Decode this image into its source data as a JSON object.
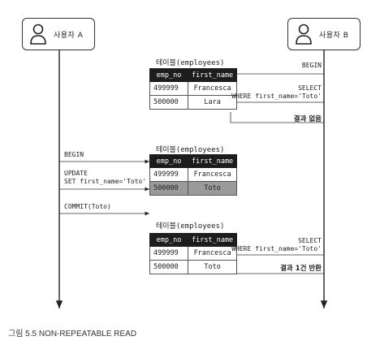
{
  "actor_a": "사용자 A",
  "actor_b": "사용자 B",
  "table_caption": "테이블(employees)",
  "columns": [
    "emp_no",
    "first_name"
  ],
  "table1_rows": [
    [
      "499999",
      "Francesca"
    ],
    [
      "500000",
      "Lara"
    ]
  ],
  "table2_rows": [
    [
      "499999",
      "Francesca"
    ],
    [
      "500000",
      "Toto"
    ]
  ],
  "table3_rows": [
    [
      "499999",
      "Francesca"
    ],
    [
      "500000",
      "Toto"
    ]
  ],
  "b_begin": "BEGIN",
  "b_select_1": "SELECT",
  "b_select_2": "WHERE first_name='Toto'",
  "b_result1": "결과 없음",
  "a_begin": "BEGIN",
  "a_update_1": "UPDATE",
  "a_update_2": "SET first_name='Toto'",
  "a_commit": "COMMIT(Toto)",
  "b_select2_1": "SELECT",
  "b_select2_2": "WHERE first_name='Toto'",
  "b_result2": "결과 1건 반환",
  "caption": "그림 5.5 NON-REPEATABLE READ"
}
